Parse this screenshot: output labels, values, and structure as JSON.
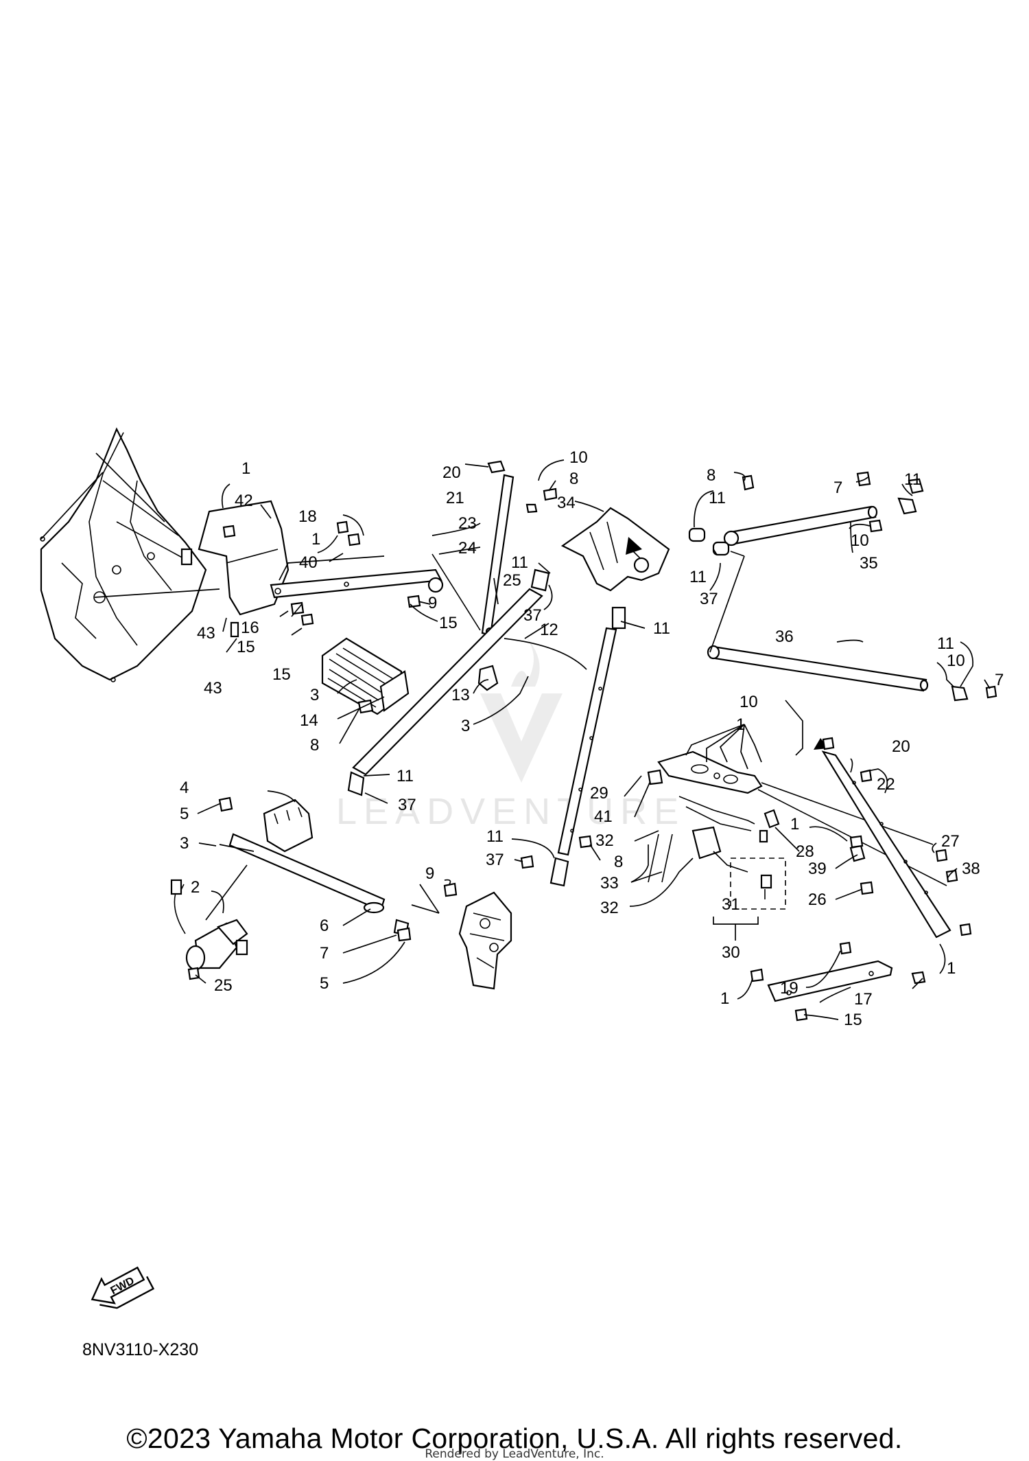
{
  "diagram": {
    "callouts": [
      {
        "id": "c1a",
        "text": "1"
      },
      {
        "id": "c42",
        "text": "42"
      },
      {
        "id": "c43a",
        "text": "43"
      },
      {
        "id": "c43b",
        "text": "43"
      },
      {
        "id": "c18",
        "text": "18"
      },
      {
        "id": "c1b",
        "text": "1"
      },
      {
        "id": "c40",
        "text": "40"
      },
      {
        "id": "c16",
        "text": "16"
      },
      {
        "id": "c15a",
        "text": "15"
      },
      {
        "id": "c15b",
        "text": "15"
      },
      {
        "id": "c15c",
        "text": "15"
      },
      {
        "id": "c9a",
        "text": "9"
      },
      {
        "id": "c20a",
        "text": "20"
      },
      {
        "id": "c21",
        "text": "21"
      },
      {
        "id": "c23",
        "text": "23"
      },
      {
        "id": "c24",
        "text": "24"
      },
      {
        "id": "c25a",
        "text": "25"
      },
      {
        "id": "c10a",
        "text": "10"
      },
      {
        "id": "c8a",
        "text": "8"
      },
      {
        "id": "c34",
        "text": "34"
      },
      {
        "id": "c11a",
        "text": "11"
      },
      {
        "id": "c37a",
        "text": "37"
      },
      {
        "id": "c8b",
        "text": "8"
      },
      {
        "id": "c11b",
        "text": "11"
      },
      {
        "id": "c11c",
        "text": "11"
      },
      {
        "id": "c37b",
        "text": "37"
      },
      {
        "id": "c7a",
        "text": "7"
      },
      {
        "id": "c11d",
        "text": "11"
      },
      {
        "id": "c10b",
        "text": "10"
      },
      {
        "id": "c35",
        "text": "35"
      },
      {
        "id": "c11e",
        "text": "11"
      },
      {
        "id": "c12",
        "text": "12"
      },
      {
        "id": "c36",
        "text": "36"
      },
      {
        "id": "c11f",
        "text": "11"
      },
      {
        "id": "c10c",
        "text": "10"
      },
      {
        "id": "c7b",
        "text": "7"
      },
      {
        "id": "c3a",
        "text": "3"
      },
      {
        "id": "c14",
        "text": "14"
      },
      {
        "id": "c8c",
        "text": "8"
      },
      {
        "id": "c13",
        "text": "13"
      },
      {
        "id": "c3b",
        "text": "3"
      },
      {
        "id": "c11g",
        "text": "11"
      },
      {
        "id": "c37c",
        "text": "37"
      },
      {
        "id": "c10d",
        "text": "10"
      },
      {
        "id": "c1c",
        "text": "1"
      },
      {
        "id": "c20b",
        "text": "20"
      },
      {
        "id": "c29",
        "text": "29"
      },
      {
        "id": "c41",
        "text": "41"
      },
      {
        "id": "c32a",
        "text": "32"
      },
      {
        "id": "c22",
        "text": "22"
      },
      {
        "id": "c4",
        "text": "4"
      },
      {
        "id": "c5a",
        "text": "5"
      },
      {
        "id": "c3c",
        "text": "3"
      },
      {
        "id": "c2",
        "text": "2"
      },
      {
        "id": "c25b",
        "text": "25"
      },
      {
        "id": "c6",
        "text": "6"
      },
      {
        "id": "c7c",
        "text": "7"
      },
      {
        "id": "c5b",
        "text": "5"
      },
      {
        "id": "c9b",
        "text": "9"
      },
      {
        "id": "c11h",
        "text": "11"
      },
      {
        "id": "c37d",
        "text": "37"
      },
      {
        "id": "c8d",
        "text": "8"
      },
      {
        "id": "c33",
        "text": "33"
      },
      {
        "id": "c32b",
        "text": "32"
      },
      {
        "id": "c1d",
        "text": "1"
      },
      {
        "id": "c28",
        "text": "28"
      },
      {
        "id": "c27",
        "text": "27"
      },
      {
        "id": "c39",
        "text": "39"
      },
      {
        "id": "c38",
        "text": "38"
      },
      {
        "id": "c26",
        "text": "26"
      },
      {
        "id": "c31",
        "text": "31"
      },
      {
        "id": "c30",
        "text": "30"
      },
      {
        "id": "c19",
        "text": "19"
      },
      {
        "id": "c1e",
        "text": "1"
      },
      {
        "id": "c1f",
        "text": "1"
      },
      {
        "id": "c17",
        "text": "17"
      },
      {
        "id": "c15d",
        "text": "15"
      }
    ],
    "fwd_label": "FWD",
    "watermark_text": "LEADVENTURE",
    "diagram_code": "8NV3110-X230"
  },
  "footer": {
    "copyright": "©2023 Yamaha Motor Corporation, U.S.A. All rights reserved.",
    "rendered_by": "Rendered by LeadVenture, Inc."
  }
}
